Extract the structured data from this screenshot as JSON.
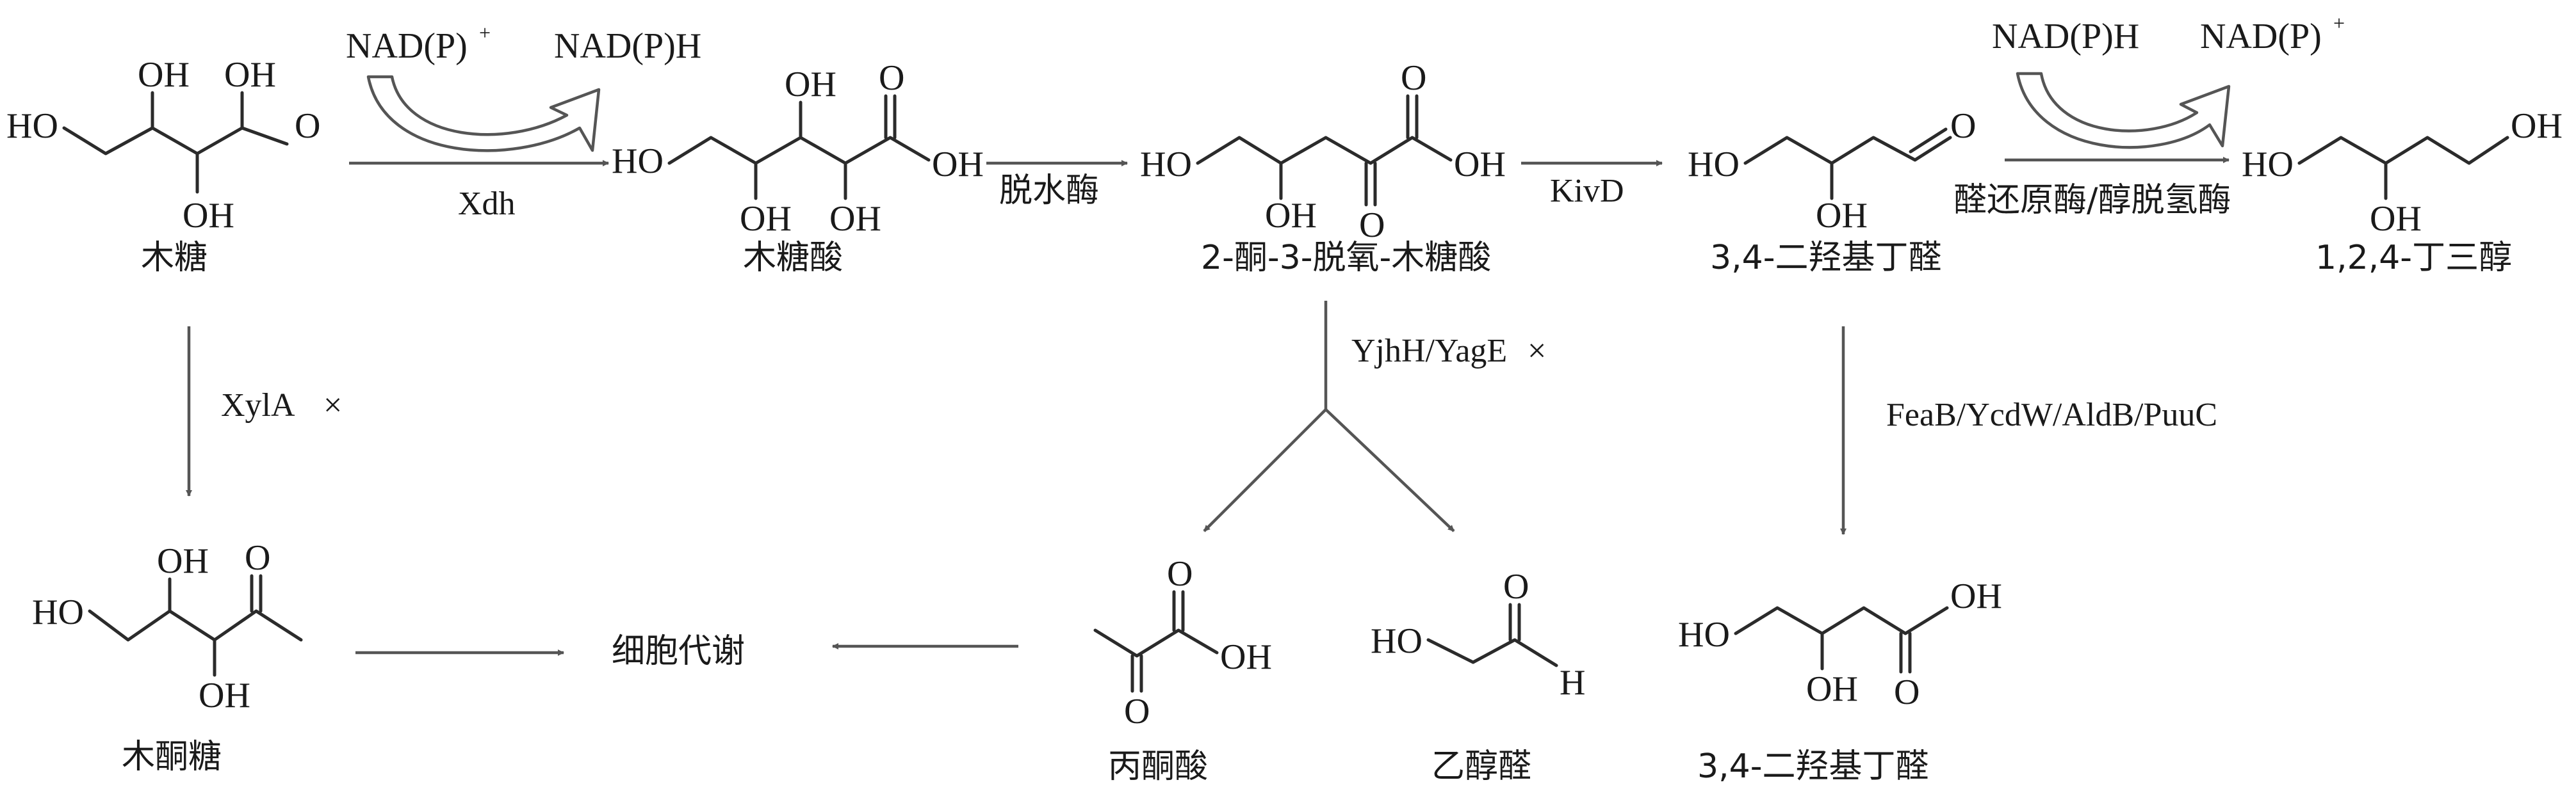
{
  "compounds": {
    "xylose": "木糖",
    "xylonic_acid": "木糖酸",
    "kdx": "2-酮-3-脱氧-木糖酸",
    "dhb": "3,4-二羟基丁醛",
    "butanetriol": "1,2,4-丁三醇",
    "xylulose": "木酮糖",
    "metabolism": "细胞代谢",
    "pyruvate": "丙酮酸",
    "glycolaldehyde": "乙醇醛",
    "dhba": "3,4-二羟基丁醛"
  },
  "enzymes": {
    "xdh": "Xdh",
    "dehydratase": "脱水酶",
    "kivd": "KivD",
    "reductase": "醛还原酶/醇脱氢酶",
    "xyla": "XylA",
    "yjhh": "YjhH/YagE",
    "feab": "FeaB/YcdW/AldB/PuuC",
    "knockout_mark": "×"
  },
  "cofactors": {
    "nadp_plus": "NAD(P)",
    "nadph": "NAD(P)H",
    "plus_sup": "+"
  },
  "atoms": {
    "OH": "OH",
    "HO": "HO",
    "O": "O",
    "H": "H"
  }
}
